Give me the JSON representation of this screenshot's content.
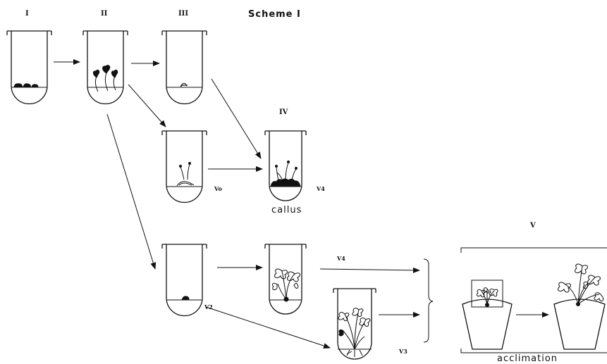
{
  "title": "Scheme I",
  "stages": {
    "s1": "I",
    "s2": "II",
    "s3": "III",
    "s4": "IV",
    "s5": "V"
  },
  "tube_labels": {
    "vo": "Vo",
    "v4_callus": "V4",
    "v2": "V2",
    "v4_plant": "V4",
    "v3": "V3"
  },
  "captions": {
    "callus": "callus",
    "acclimation": "acclimation"
  }
}
